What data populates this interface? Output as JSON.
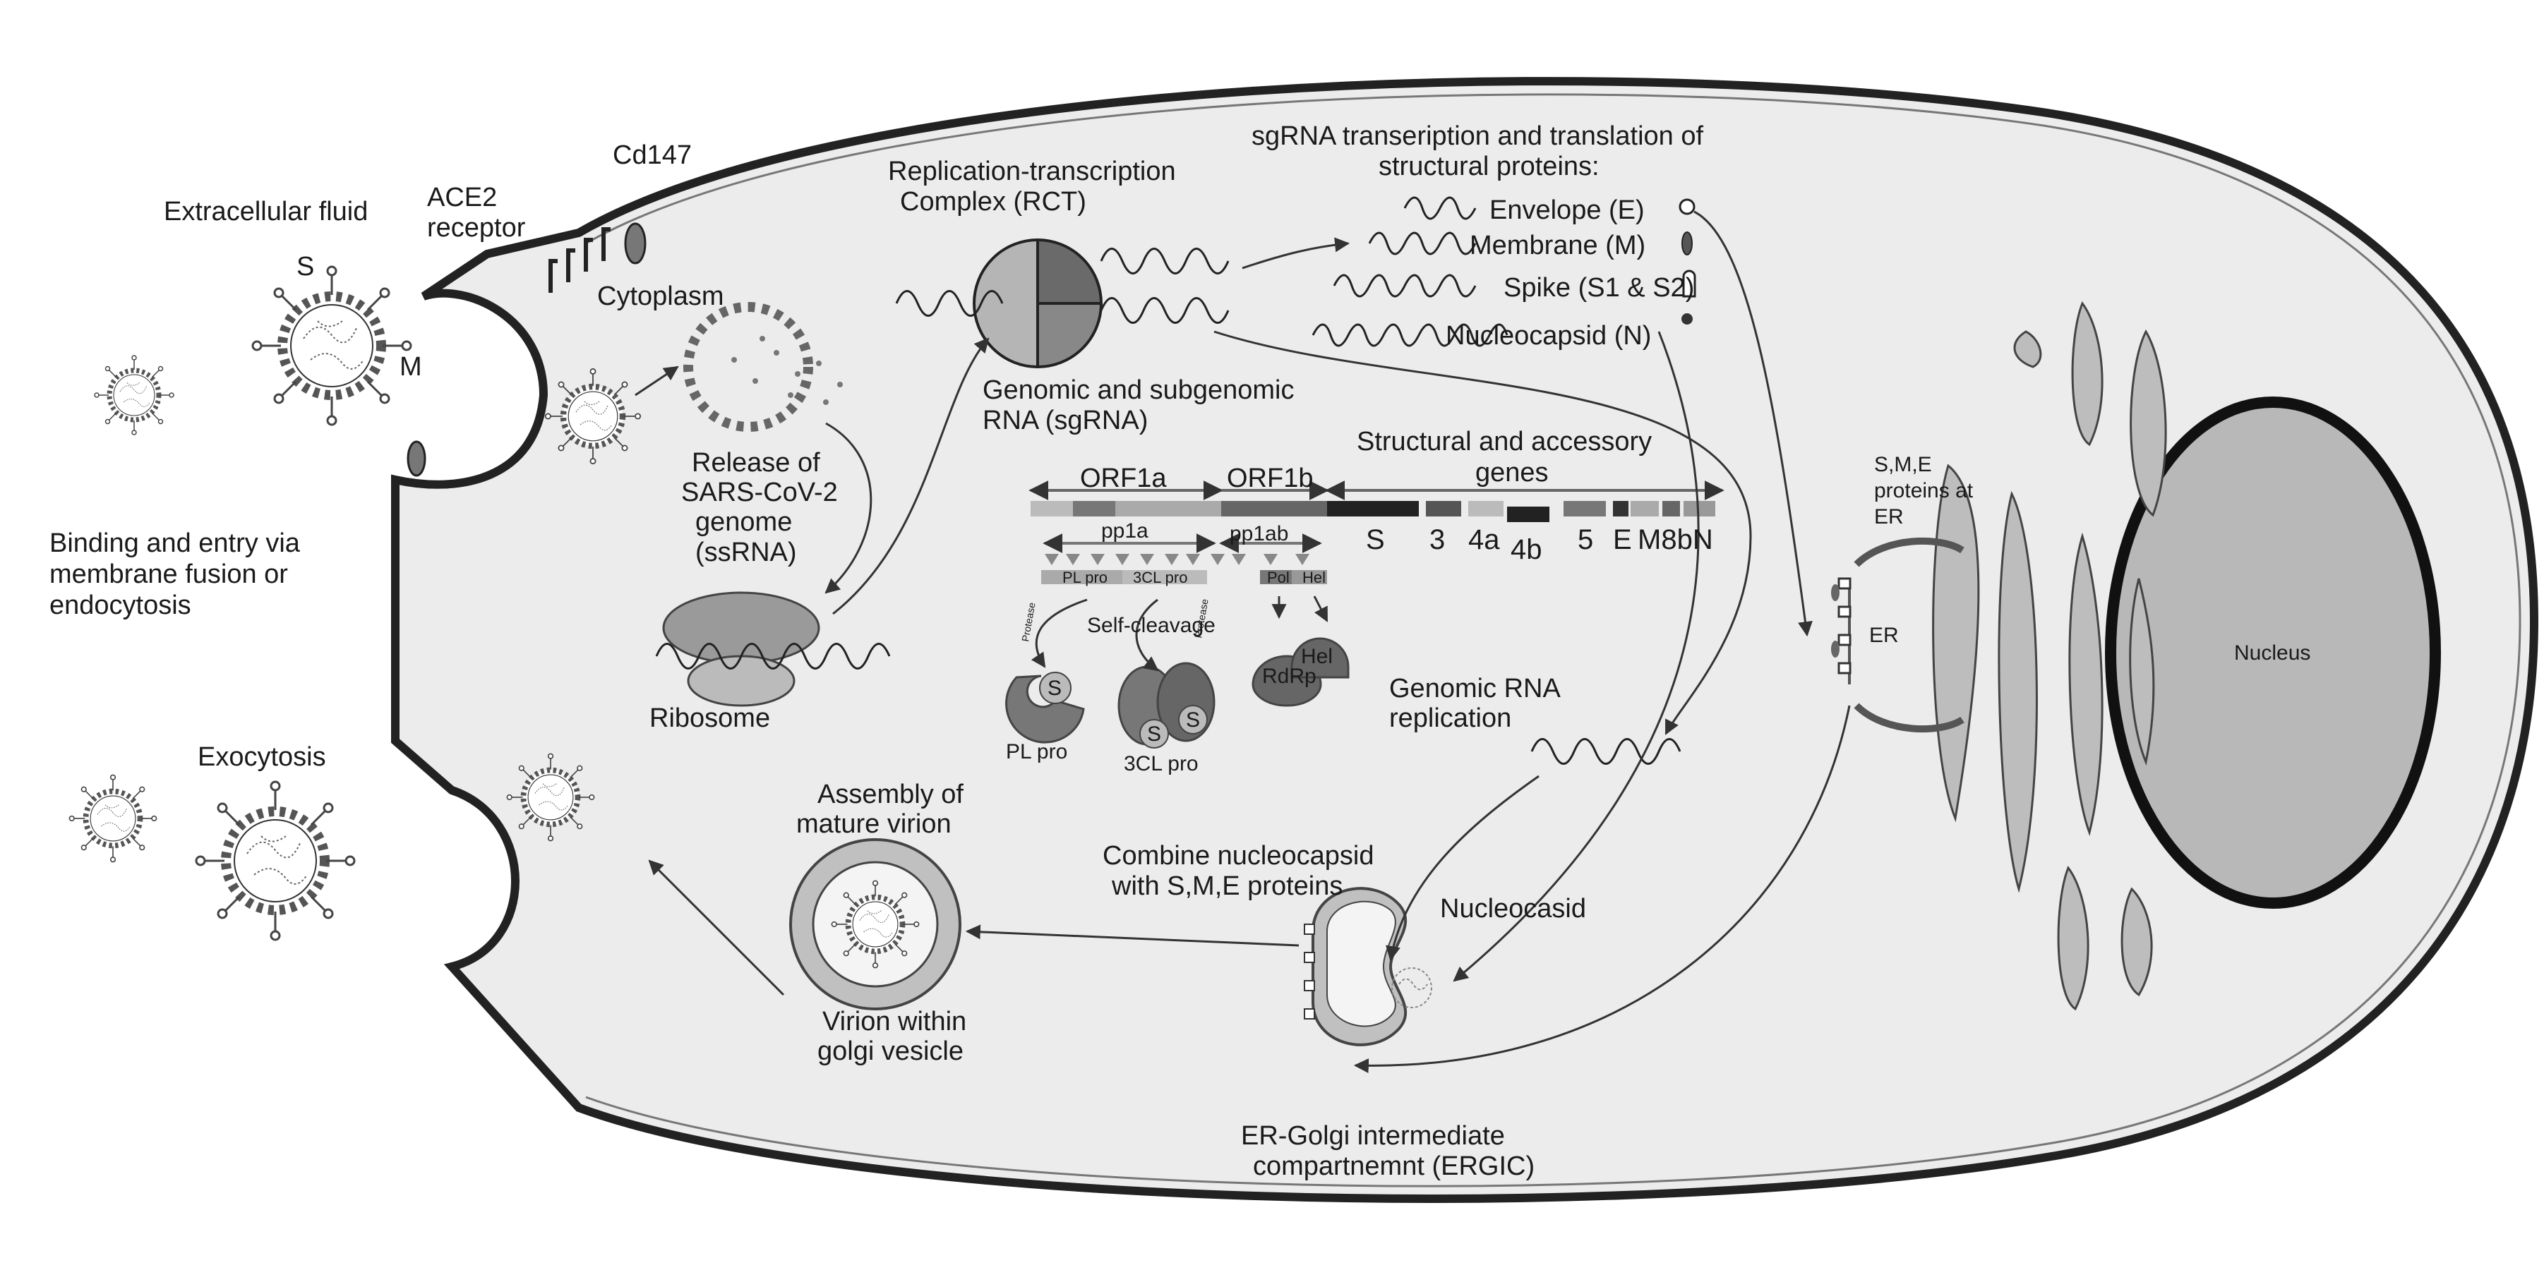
{
  "labels": {
    "extracellular_fluid": "Extracellular fluid",
    "virus_s": "S",
    "virus_m": "M",
    "ace2_line1": "ACE2",
    "ace2_line2": "receptor",
    "cd147": "Cd147",
    "cytoplasm": "Cytoplasm",
    "release_line1": "Release of",
    "release_line2": "SARS-CoV-2",
    "release_line3": "genome",
    "release_line4": "(ssRNA)",
    "binding_line1": "Binding and entry via",
    "binding_line2": "membrane fusion or",
    "binding_line3": "endocytosis",
    "ribosome": "Ribosome",
    "rct_line1": "Replication-transcription",
    "rct_line2": "Complex (RCT)",
    "genomic_line1": "Genomic and subgenomic",
    "genomic_line2": "RNA (sgRNA)",
    "sgrna_line1": "sgRNA transeription and translation of",
    "sgrna_line2": "structural proteins:",
    "envelope": "Envelope (E)",
    "membrane": "Membrane (M)",
    "spike": "Spike (S1 & S2)",
    "nucleocapsid": "Nucleocapsid (N)",
    "structural_line1": "Structural and accessory",
    "structural_line2": "genes",
    "orf1a": "ORF1a",
    "orf1b": "ORF1b",
    "pp1a": "pp1a",
    "pp1ab": "pp1ab",
    "plpro_small": "PL pro",
    "clpro_small": "3CL  pro",
    "pol_small": "Pol",
    "hel_small": "Hel",
    "self_cleavage": "Self-cleavage",
    "protease_a": "Protease",
    "protease_b": "Protease",
    "rdrp": "RdRp",
    "hel": "Hel",
    "plpro_s": "S",
    "clpro_s1": "S",
    "clpro_s2": "S",
    "plpro": "PL pro",
    "clpro": "3CL  pro",
    "genomic_rep_line1": "Genomic RNA",
    "genomic_rep_line2": "replication",
    "sme_er_line1": "S,M,E",
    "sme_er_line2": "proteins at",
    "sme_er_line3": "ER",
    "er": "ER",
    "nucleus": "Nucleus",
    "exocytosis": "Exocytosis",
    "assembly_line1": "Assembly of",
    "assembly_line2": "mature virion",
    "combine_line1": "Combine nucleocapsid",
    "combine_line2": "with S,M,E proteins",
    "nucleocasid": "Nucleocasid",
    "virion_line1": "Virion within",
    "virion_line2": "golgi vesicle",
    "ergic_line1": "ER-Golgi intermediate",
    "ergic_line2": "compartnemnt (ERGIC)"
  },
  "genes": [
    "S",
    "3",
    "4a",
    "4b",
    "5",
    "E",
    "M8bN"
  ],
  "colors": {
    "cytoplasm": "#ececec",
    "membrane": "#222222",
    "protein_dark": "#5a5a5a",
    "protein_light": "#a8a8a8",
    "nucleus": "#b8b8b8"
  }
}
